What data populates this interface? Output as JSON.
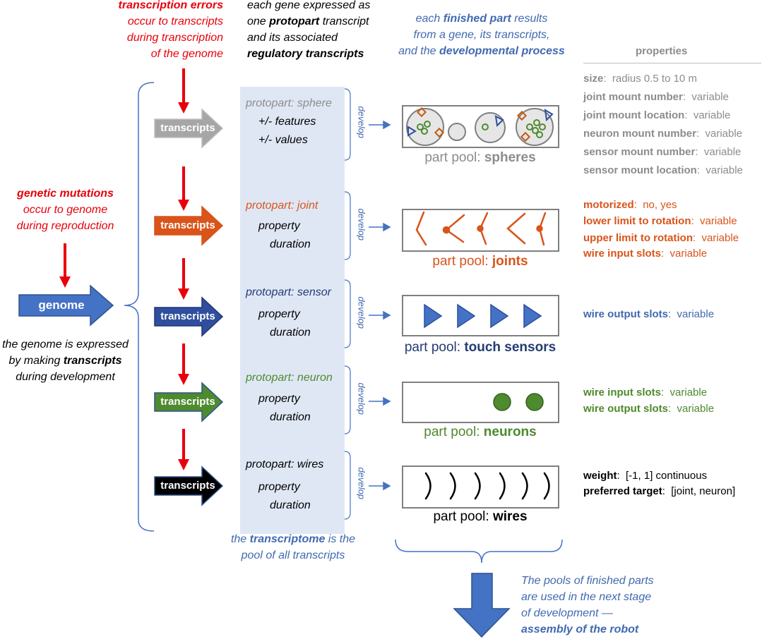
{
  "left": {
    "transcription_errors": {
      "line1_bold": "transcription errors",
      "line2": "occur to transcripts",
      "line3": "during transcription",
      "line4": "of the genome"
    },
    "genetic_mutations": {
      "line1_bold": "genetic mutations",
      "line2": "occur to genome",
      "line3": "during reproduction"
    },
    "genome_label": "genome",
    "expressed": {
      "line1": "the genome is expressed",
      "line2a": "by making ",
      "line2b_bold": "transcripts",
      "line3": "during development"
    }
  },
  "top": {
    "gene_expressed": {
      "line1": "each gene expressed as",
      "line2a": "one ",
      "line2b_bold": "protopart",
      "line2c": " transcript",
      "line3": "and its associated",
      "line4_bold": "regulatory transcripts"
    },
    "finished_part": {
      "line1a": "each ",
      "line1b_bold": "finished part",
      "line1c": " results",
      "line2": "from a gene, its transcripts,",
      "line3a": "and the ",
      "line3b_bold": "developmental process"
    },
    "properties_header": "properties"
  },
  "transcripts_label": "transcripts",
  "develop_label": "develop",
  "rows": [
    {
      "proto": "protopart: sphere",
      "line2": "+/- features",
      "line3": "+/- values",
      "pool_prefix": "part pool: ",
      "pool_name": "spheres",
      "color": "#a6a6a6"
    },
    {
      "proto": "protopart: joint",
      "line2": "property",
      "line3": "duration",
      "pool_prefix": "part pool: ",
      "pool_name": "joints",
      "color": "#d9541a"
    },
    {
      "proto": "protopart: sensor",
      "line2": "property",
      "line3": "duration",
      "pool_prefix": "part pool: ",
      "pool_name": "touch sensors",
      "color": "#2f4f9e"
    },
    {
      "proto": "protopart: neuron",
      "line2": "property",
      "line3": "duration",
      "pool_prefix": "part pool: ",
      "pool_name": "neurons",
      "color": "#4e8a2e"
    },
    {
      "proto": "protopart: wires",
      "line2": "property",
      "line3": "duration",
      "pool_prefix": "part pool: ",
      "pool_name": "wires",
      "color": "#000000"
    }
  ],
  "properties": {
    "sphere": [
      {
        "key": "size",
        "val": "radius 0.5 to 10 m"
      },
      {
        "key": "joint mount number",
        "val": "variable"
      },
      {
        "key": "joint mount location",
        "val": "variable"
      },
      {
        "key": "neuron mount number",
        "val": "variable"
      },
      {
        "key": "sensor mount number",
        "val": "variable"
      },
      {
        "key": "sensor mount location",
        "val": "variable"
      }
    ],
    "joint": [
      {
        "key": "motorized",
        "val": "no, yes"
      },
      {
        "key": "lower limit to rotation",
        "val": "variable"
      },
      {
        "key": "upper limit to rotation",
        "val": "variable"
      },
      {
        "key": "wire input slots",
        "val": "variable"
      }
    ],
    "sensor": [
      {
        "key": "wire output slots",
        "val": "variable"
      }
    ],
    "neuron": [
      {
        "key": "wire input slots",
        "val": "variable"
      },
      {
        "key": "wire output slots",
        "val": "variable"
      }
    ],
    "wires": [
      {
        "key": "weight",
        "val": "[-1, 1] continuous"
      },
      {
        "key": "preferred target",
        "val": "[joint, neuron]"
      }
    ]
  },
  "bottom": {
    "transcriptome": {
      "line1a": "the ",
      "line1b_bold": "transcriptome",
      "line1c": " is the",
      "line2": "pool of all transcripts"
    },
    "pools_used": {
      "line1": "The pools of finished parts",
      "line2": "are used in the next stage",
      "line3": "of development —",
      "line4_bold": "assembly of the robot"
    }
  }
}
